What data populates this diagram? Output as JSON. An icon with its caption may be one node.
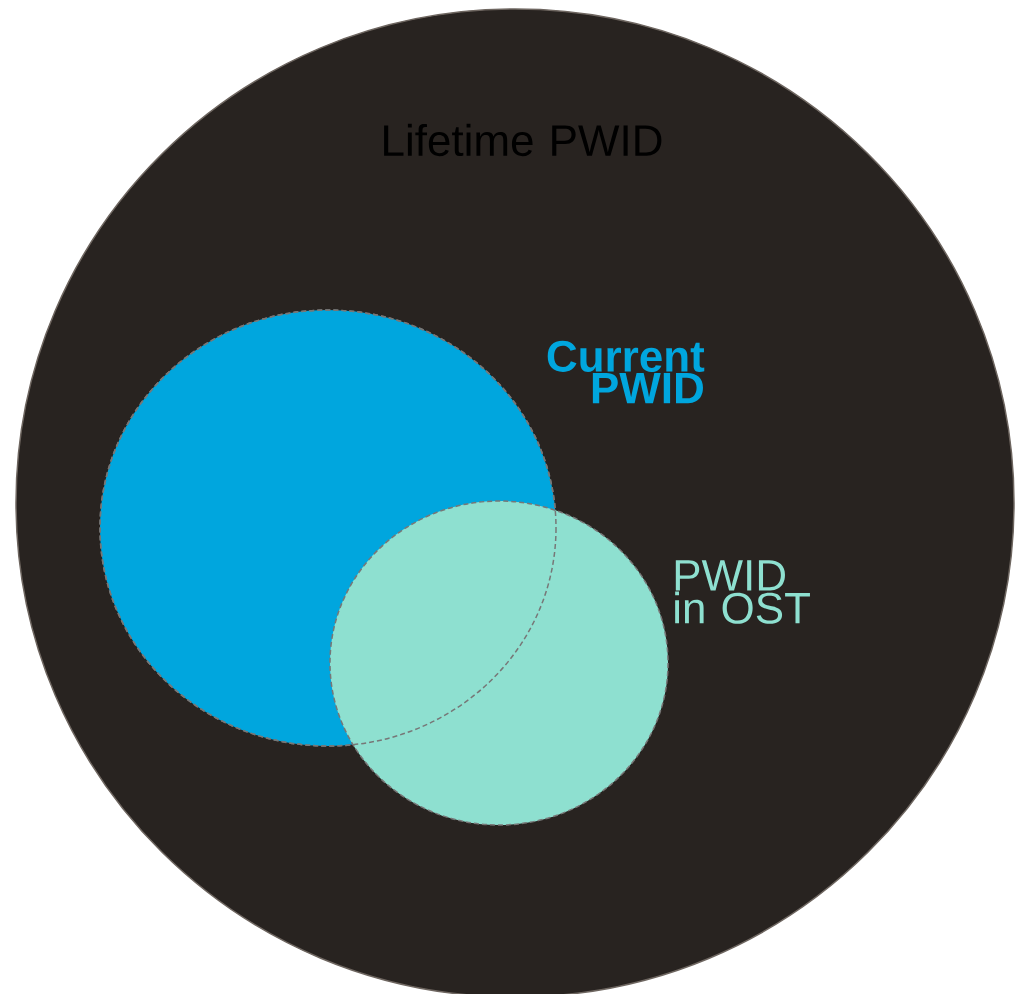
{
  "diagram": {
    "nodes": [
      {
        "text": [
          "Lifetime PWID"
        ]
      },
      {
        "text": [
          "Current PWID"
        ],
        "in": 0
      },
      {
        "text": [
          "PWID in OST"
        ],
        "in": 0
      }
    ]
  }
}
